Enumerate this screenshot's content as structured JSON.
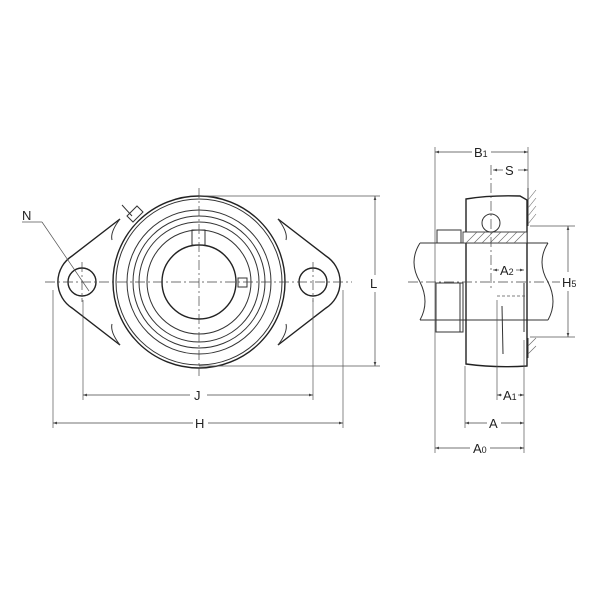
{
  "drawing": {
    "front_view": {
      "labels": {
        "N": "N",
        "J": "J",
        "H": "H",
        "L": "L"
      }
    },
    "side_view": {
      "labels": {
        "B1": "B",
        "B1_sub": "1",
        "S": "S",
        "A2": "A",
        "A2_sub": "2",
        "H5": "H",
        "H5_sub": "5",
        "A1": "A",
        "A1_sub": "1",
        "A": "A",
        "A0": "A",
        "A0_sub": "0"
      }
    }
  }
}
